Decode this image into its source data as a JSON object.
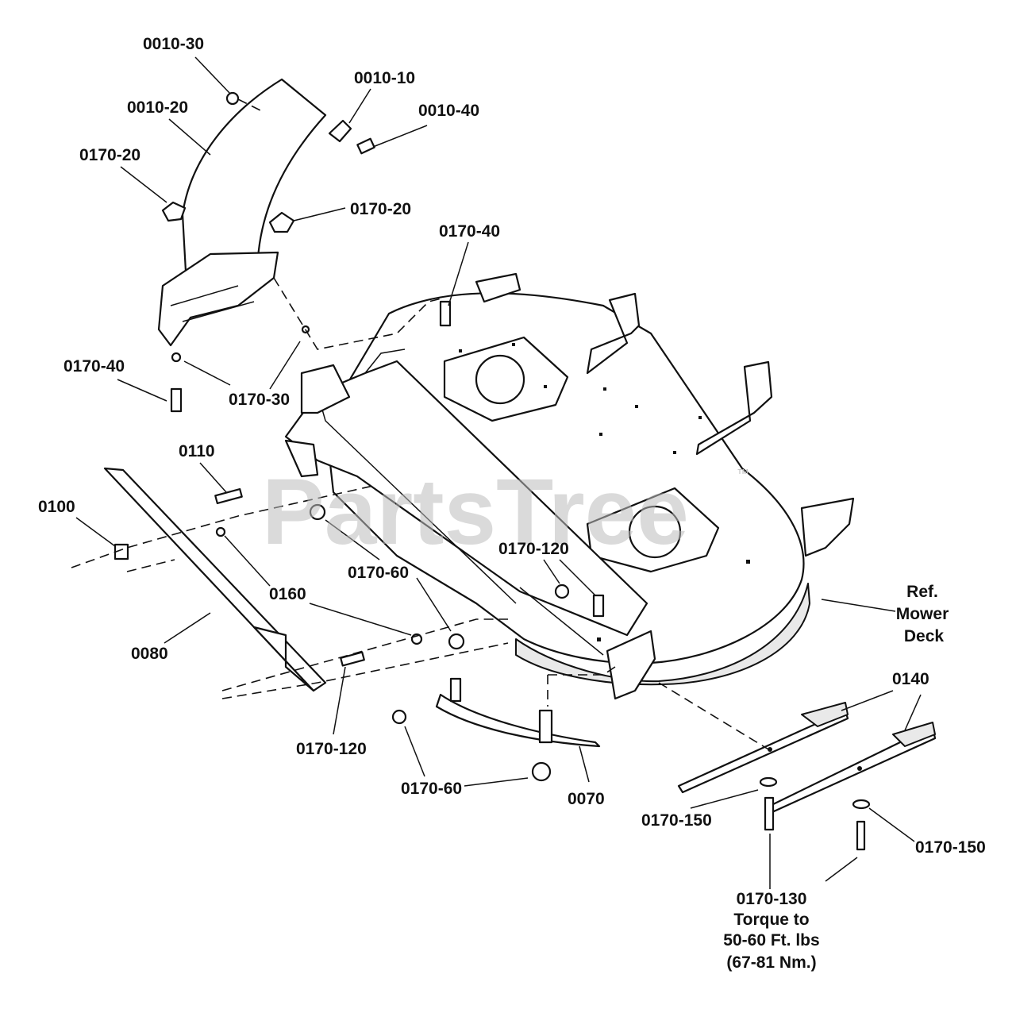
{
  "watermark": {
    "text": "PartsTree",
    "trademark": "™"
  },
  "labels": {
    "l_0010_30": "0010-30",
    "l_0010_20": "0010-20",
    "l_0010_10": "0010-10",
    "l_0010_40": "0010-40",
    "l_0170_20_a": "0170-20",
    "l_0170_20_b": "0170-20",
    "l_0170_40_a": "0170-40",
    "l_0170_40_b": "0170-40",
    "l_0170_30": "0170-30",
    "l_0110": "0110",
    "l_0100": "0100",
    "l_0160": "0160",
    "l_0170_60_a": "0170-60",
    "l_0170_120_a": "0170-120",
    "l_0080": "0080",
    "l_0170_120_b": "0170-120",
    "l_0170_60_b": "0170-60",
    "l_0070": "0070",
    "l_0140": "0140",
    "l_0170_150_a": "0170-150",
    "l_0170_150_b": "0170-150",
    "ref_line1": "Ref.",
    "ref_line2": "Mower",
    "ref_line3": "Deck",
    "torque_line1": "0170-130",
    "torque_line2": "Torque to",
    "torque_line3": "50-60 Ft. lbs",
    "torque_line4": "(67-81 Nm.)"
  }
}
